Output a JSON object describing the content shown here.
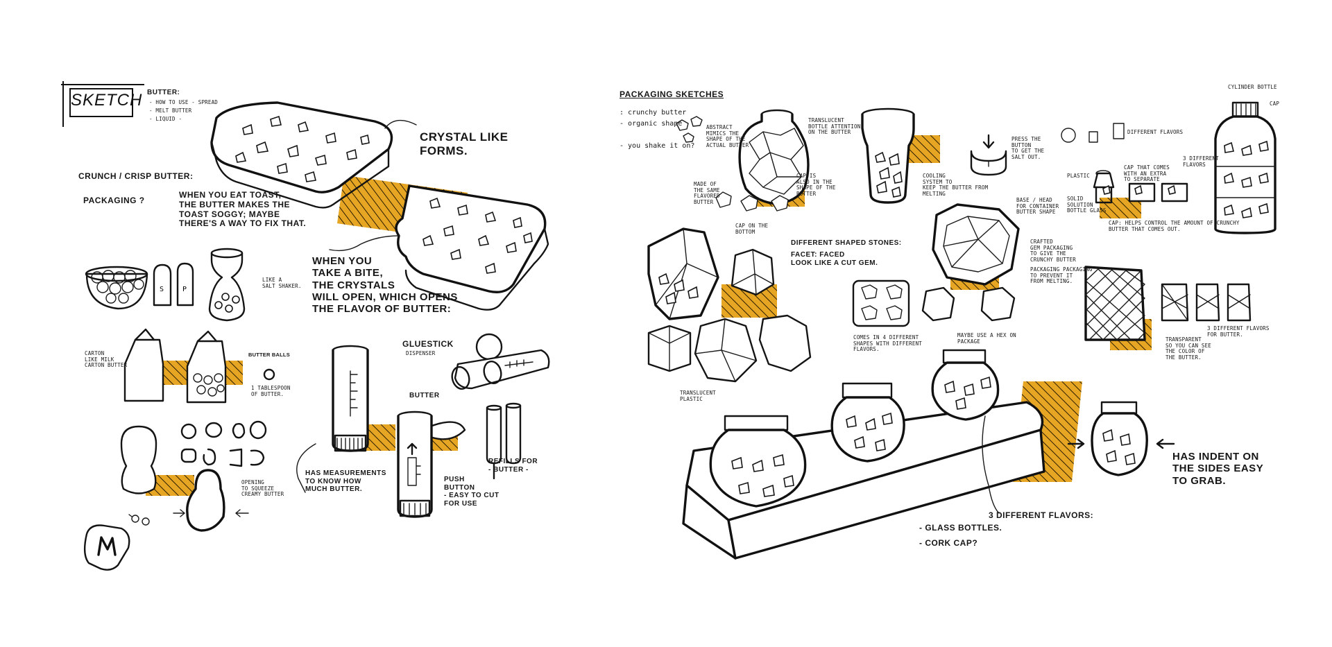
{
  "accent_color": "#E6A624",
  "ink_color": "#141414",
  "left_page": {
    "title": "SKETCH",
    "butter_header": "BUTTER:",
    "butter_notes": [
      "- HOW TO USE - SPREAD",
      "- MELT BUTTER",
      "- LIQUID -"
    ],
    "heading": "CRUNCH / CRISP BUTTER:",
    "packaging_label": "PACKAGING ?",
    "packaging_note": "WHEN YOU EAT TOAST,\nTHE BUTTER MAKES THE\nTOAST SOGGY; MAYBE\nTHERE'S A WAY TO FIX THAT.",
    "crystal_note": "CRYSTAL LIKE\nFORMS.",
    "bite_note": "WHEN YOU\nTAKE A BITE,\nTHE CRYSTALS\nWILL OPEN, WHICH OPENS\nTHE FLAVOR OF BUTTER:",
    "shaker_note": "LIKE A\nSALT SHAKER.",
    "carton_note": "CARTON\nLIKE MILK\nCARTON BUTTER",
    "butter_balls_note": "BUTTER BALLS",
    "tablespoon_note": "1 TABLESPOON\nOF BUTTER.",
    "gluestick_label": "GLUESTICK",
    "gluestick_sub": "DISPENSER",
    "measurement_note": "HAS MEASUREMENTS\nTO KNOW HOW\nMUCH BUTTER.",
    "butter_label": "BUTTER",
    "push_note": "PUSH\nBUTTON\n- EASY TO CUT\nFOR USE",
    "refills_note": "REFILLS FOR\n- BUTTER -",
    "opening_note": "OPENING\nTO SQUEEZE\nCREAMY BUTTER"
  },
  "right_page": {
    "title": "PACKAGING SKETCHES",
    "crunchy_notes": [
      ": crunchy butter",
      "- organic shape",
      "- you shake it on?"
    ],
    "translucent_note": "TRANSLUCENT\nBOTTLE ATTENTION\nON THE BUTTER",
    "abstract_note": "ABSTRACT\nMIMICS THE\nSHAPE OF THE\nACTUAL BUTTER",
    "made_note": "MADE OF\nTHE SAME\nFLAVORED\nBUTTER",
    "cap_note": "CAP IS\nALSO IN THE\nSHAPE OF THE\nBUTTER",
    "cap_bottom_note": "CAP ON THE\nBOTTOM",
    "press_note": "PRESS THE\nBUTTON\nTO GET THE\nSALT OUT.",
    "cooling_note": "COOLING\nSYSTEM TO\nKEEP THE BUTTER FROM\nMELTING",
    "base_note": "BASE / HEAD\nFOR CONTAINER\nBUTTER SHAPE",
    "crafted_note": "CRAFTED\nGEM PACKAGING\nTO GIVE THE\nCRUNCHY BUTTER",
    "packaging_prevent_note": "PACKAGING PACKAGING\nTO PREVENT IT\nFROM MELTING.",
    "hexagon_note": "MAYBE USE A HEX ON\nPACKAGE",
    "stones_note": "DIFFERENT SHAPED STONES:",
    "faceted_note": "FACET: FACED\nLOOK LIKE A CUT GEM.",
    "different_flavors_cubes": "COMES IN 4 DIFFERENT\nSHAPES WITH DIFFERENT\nFLAVORS.",
    "translucent_plastic": "TRANSLUCENT\nPLASTIC",
    "cylinder_title": "CYLINDER BOTTLE",
    "cap_label": "CAP",
    "different_flavors_small": "DIFFERENT FLAVORS",
    "plastic_label": "PLASTIC",
    "cap_tone": "CAP THAT COMES\nWITH AN EXTRA\nTO SEPARATE",
    "solution_note": "SOLID\nSOLUTION\nBOTTLE GLASS",
    "cap_control": "CAP: HELPS CONTROL THE AMOUNT OF CRUNCHY\nBUTTER THAT COMES OUT.",
    "diff_flavors_cyl": "3 DIFFERENT\nFLAVORS",
    "three_flavors_butter": "3 DIFFERENT FLAVORS\nFOR BUTTER.",
    "transparent_note": "TRANSPARENT\nSO YOU CAN SEE\nTHE COLOR OF\nTHE BUTTER.",
    "indent_note": "HAS INDENT ON\nTHE SIDES EASY\nTO GRAB.",
    "three_flavors": "3 DIFFERENT FLAVORS:",
    "glass_bottles": "- GLASS BOTTLES.",
    "cork_cap": "- CORK CAP?"
  }
}
